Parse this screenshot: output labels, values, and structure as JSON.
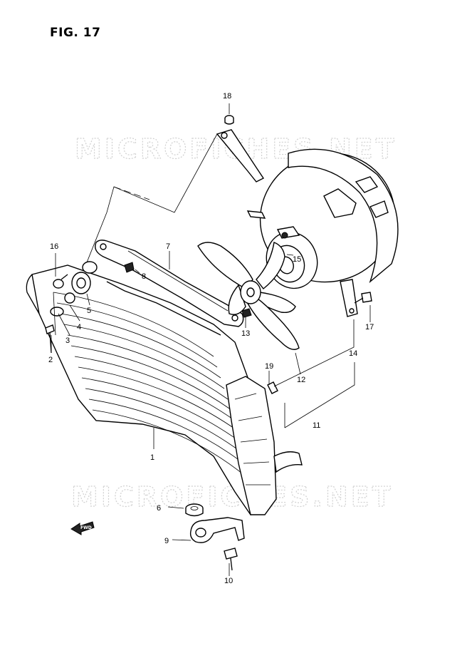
{
  "figure": {
    "title": "FIG. 17"
  },
  "watermark": "MICROFICHES.NET",
  "fwd_label": "FWD",
  "callouts": [
    "1",
    "2",
    "3",
    "4",
    "5",
    "6",
    "7",
    "8",
    "9",
    "10",
    "11",
    "12",
    "13",
    "14",
    "15",
    "16",
    "17",
    "18",
    "19"
  ]
}
